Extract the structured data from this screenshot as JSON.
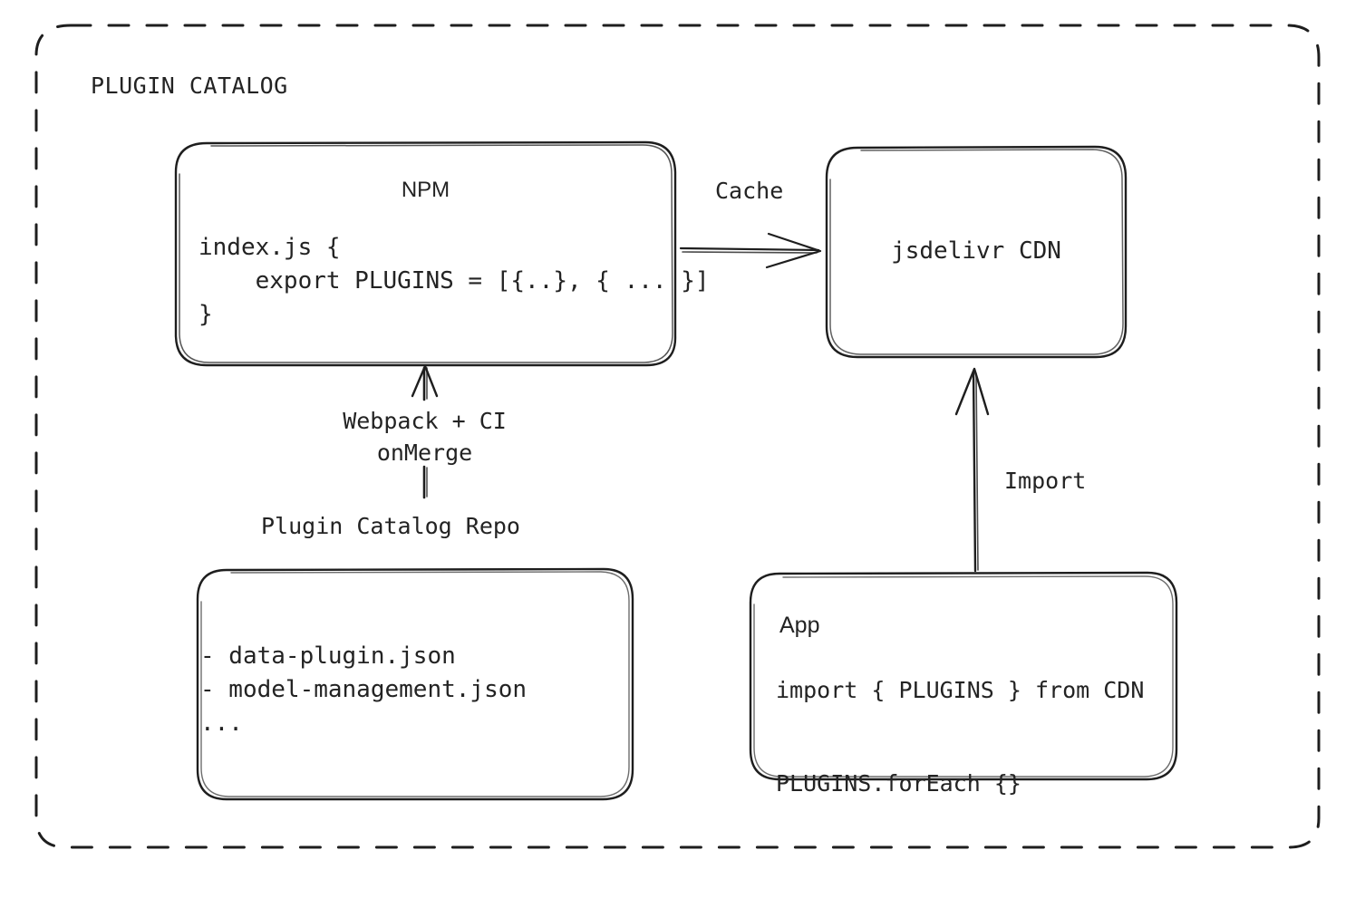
{
  "diagram": {
    "container": {
      "title": "PLUGIN CATALOG",
      "border_style": "dashed",
      "stroke_color": "#1e1e1e"
    },
    "nodes": [
      {
        "id": "npm",
        "title": "NPM",
        "code": "index.js {\n    export PLUGINS = [{..}, { ... }]\n}"
      },
      {
        "id": "cdn",
        "title": "jsdelivr CDN"
      },
      {
        "id": "repo",
        "label": "Plugin Catalog Repo",
        "items": "- data-plugin.json\n- model-management.json\n..."
      },
      {
        "id": "app",
        "title": "App",
        "code": "import { PLUGINS } from CDN\n\nPLUGINS.forEach {}"
      }
    ],
    "edges": [
      {
        "id": "npm-to-cdn",
        "label": "Cache",
        "direction": "right"
      },
      {
        "id": "repo-to-npm",
        "label": "Webpack + CI\nonMerge",
        "direction": "up"
      },
      {
        "id": "app-to-cdn",
        "label": "Import",
        "direction": "up"
      }
    ]
  }
}
